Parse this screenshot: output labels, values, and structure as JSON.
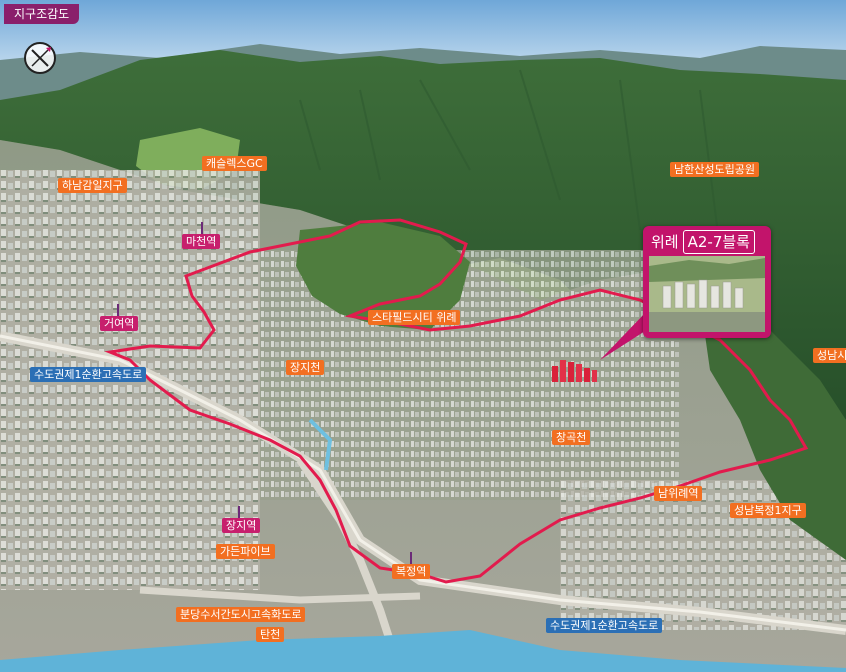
{
  "title": "지구조감도",
  "compass": {
    "icon": "north-arrow-icon"
  },
  "callout": {
    "prefix": "위례",
    "block": "A2-7블록"
  },
  "labels": {
    "hanam_district": "하남감일지구",
    "cascade_gc": "캐슬렉스GC",
    "namhansanseong_park": "남한산성도립공원",
    "macheon_station": "마천역",
    "geoyeo_station": "거여역",
    "starfield_wirye": "스타필드시티 위례",
    "sudogwon_ring_upper": "수도권제1순환고속도로",
    "jangji_stream": "장지천",
    "changgok_stream": "창곡천",
    "seongnam_si": "성남시",
    "namwirye_station": "남위례역",
    "seongnam_bokjeong": "성남복정1지구",
    "jangji_station": "장지역",
    "garden_five": "가든파이브",
    "bokjeong_station": "복정역",
    "bundang_highway": "분당수서간도시고속화도로",
    "tancheon": "탄천",
    "sudogwon_ring_lower": "수도권제1순환고속도로"
  },
  "colors": {
    "boundary": "#e21b4d",
    "orange_label": "#f26f21",
    "blue_label": "#2b6fb5",
    "station_label": "#c71f6d",
    "callout": "#c2146b"
  }
}
